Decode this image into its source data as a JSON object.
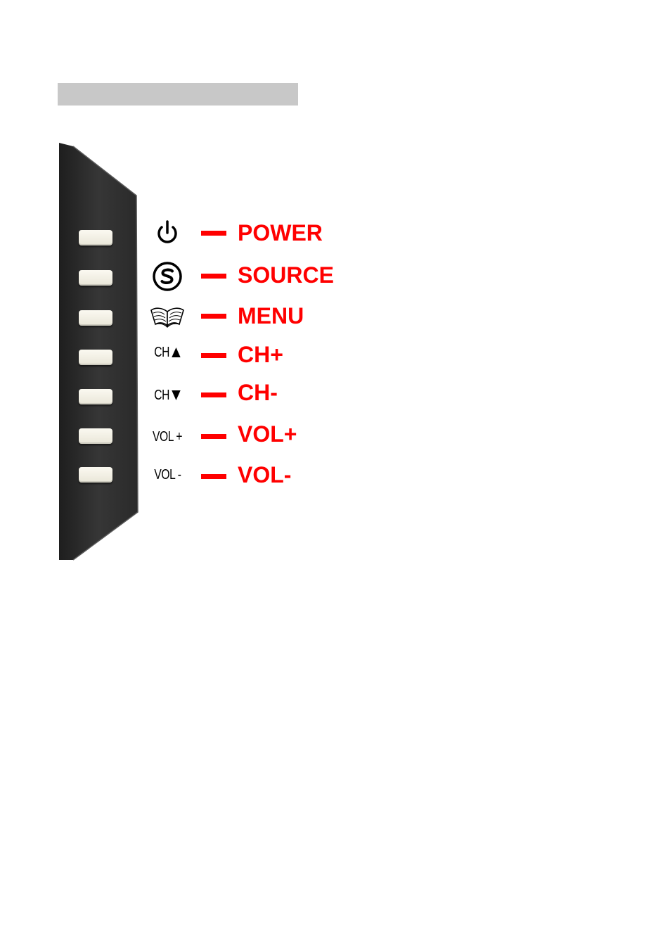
{
  "colors": {
    "label": "#ff0000",
    "panel": "#2f2f2f",
    "header_bar": "#c8c8c8",
    "button": "#f4f1e6"
  },
  "controls": [
    {
      "name": "power",
      "icon": "power-icon",
      "glyph": "",
      "label": "POWER"
    },
    {
      "name": "source",
      "icon": "source-s-icon",
      "glyph": "",
      "label": "SOURCE"
    },
    {
      "name": "menu",
      "icon": "open-book-icon",
      "glyph": "",
      "label": "MENU"
    },
    {
      "name": "ch-up",
      "icon": "triangle-up-icon",
      "glyph": "CH",
      "label": "CH+"
    },
    {
      "name": "ch-down",
      "icon": "triangle-down-icon",
      "glyph": "CH",
      "label": "CH-"
    },
    {
      "name": "vol-up",
      "icon": "",
      "glyph": "VOL +",
      "label": "VOL+"
    },
    {
      "name": "vol-down",
      "icon": "",
      "glyph": "VOL -",
      "label": "VOL-"
    }
  ]
}
